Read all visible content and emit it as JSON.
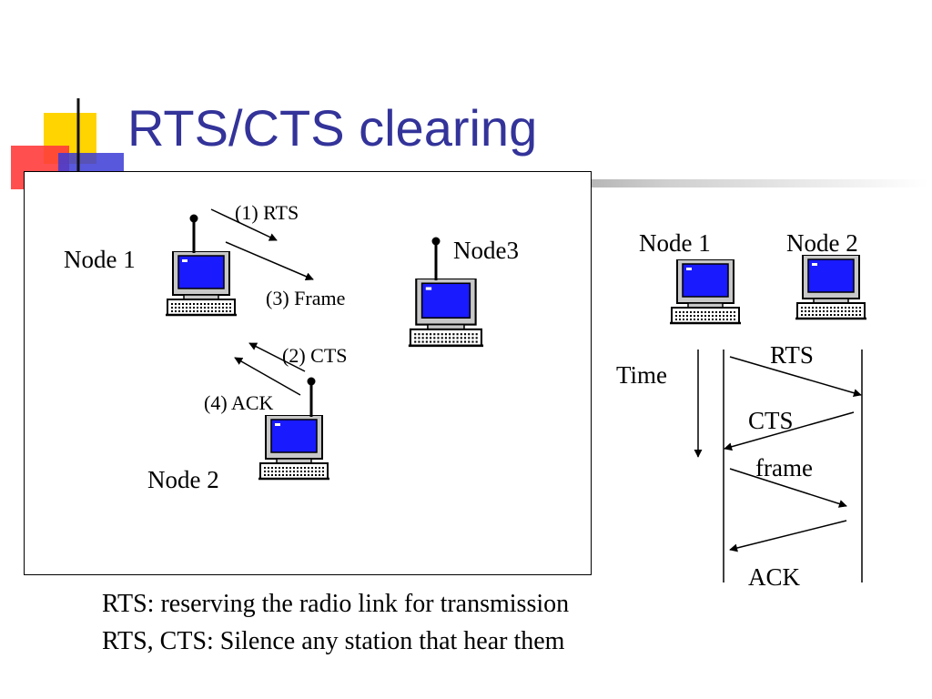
{
  "slide": {
    "title": "RTS/CTS clearing"
  },
  "left_diagram": {
    "node1": "Node 1",
    "node2": "Node 2",
    "node3": "Node3",
    "rts": "(1) RTS",
    "frame": "(3) Frame",
    "cts": "(2) CTS",
    "ack": "(4) ACK"
  },
  "right_diagram": {
    "node1": "Node 1",
    "node2": "Node 2",
    "time": "Time",
    "rts": "RTS",
    "cts": "CTS",
    "frame": "frame",
    "ack": "ACK"
  },
  "footer": {
    "line1": "RTS: reserving the radio link for transmission",
    "line2": "RTS, CTS: Silence any station that hear them"
  },
  "colors": {
    "title": "#33339a",
    "screen": "#1a1aff",
    "deco_yellow": "#ffd400",
    "deco_red": "#ff3c3c",
    "deco_blue": "#3b3bd6"
  }
}
